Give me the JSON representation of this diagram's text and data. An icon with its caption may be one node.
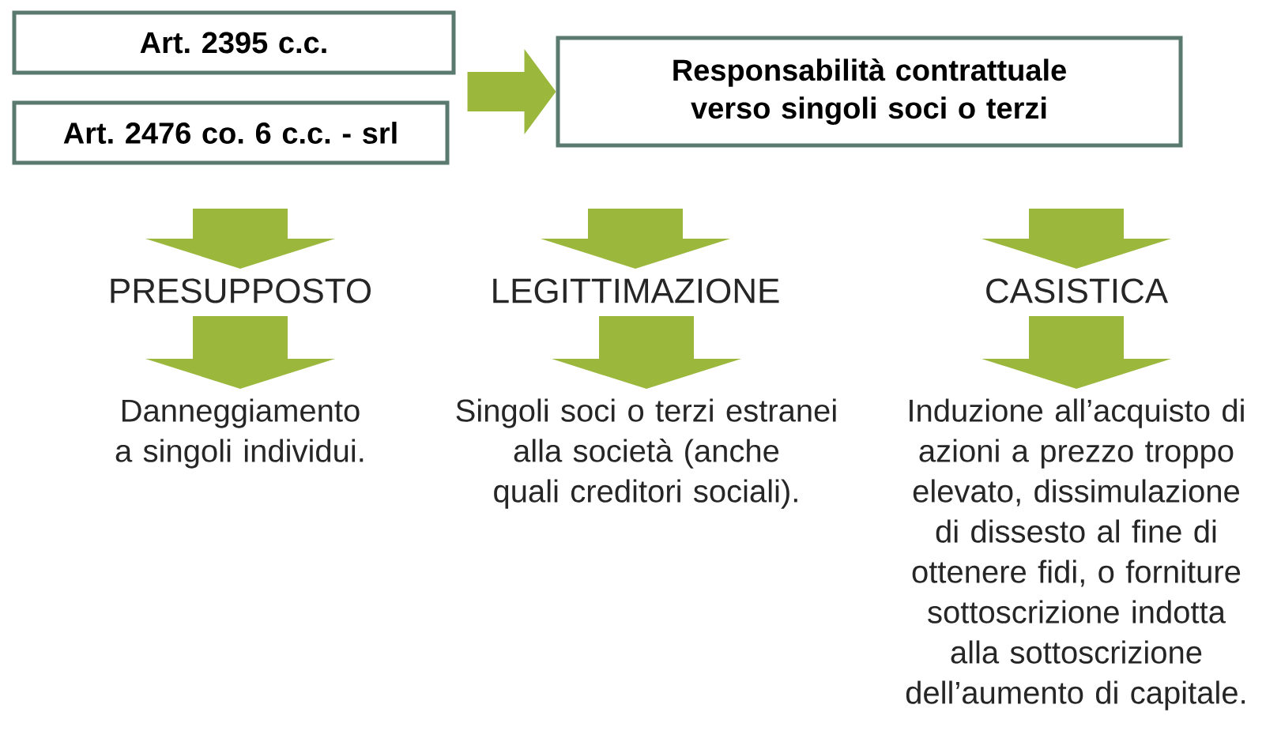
{
  "diagram": {
    "nodes": [
      {
        "text": [
          "Art. 2395 c.c."
        ]
      },
      {
        "text": [
          "Art. 2476 co. 6 c.c. - srl"
        ]
      },
      {
        "text": [
          "Responsabilità contrattuale verso singoli soci o terzi"
        ]
      },
      {
        "text": [
          "PRESUPPOSTO"
        ]
      },
      {
        "text": [
          "LEGITTIMAZIONE"
        ]
      },
      {
        "text": [
          "CASISTICA"
        ]
      },
      {
        "text": [
          "Danneggiamento a singoli individui."
        ]
      },
      {
        "text": [
          "Singoli soci o terzi estranei alla società (anche quali creditori sociali)."
        ]
      },
      {
        "text": [
          "Induzione all’acquisto di azioni a prezzo troppo elevato, dissimulazione di dissesto al fine di ottenere fidi, o forniture sottoscrizione indotta alla sottoscrizione dell’aumento di capitale."
        ]
      }
    ],
    "edges": [
      {
        "from": 0,
        "to": 2,
        "arrow": "to"
      },
      {
        "from": 1,
        "to": 2,
        "arrow": "to"
      },
      {
        "from": null,
        "to": 3,
        "arrow": "to"
      },
      {
        "from": null,
        "to": 4,
        "arrow": "to"
      },
      {
        "from": null,
        "to": 5,
        "arrow": "to"
      },
      {
        "from": 3,
        "to": 6,
        "arrow": "to"
      },
      {
        "from": 4,
        "to": 7,
        "arrow": "to"
      },
      {
        "from": 5,
        "to": 8,
        "arrow": "to"
      }
    ]
  }
}
